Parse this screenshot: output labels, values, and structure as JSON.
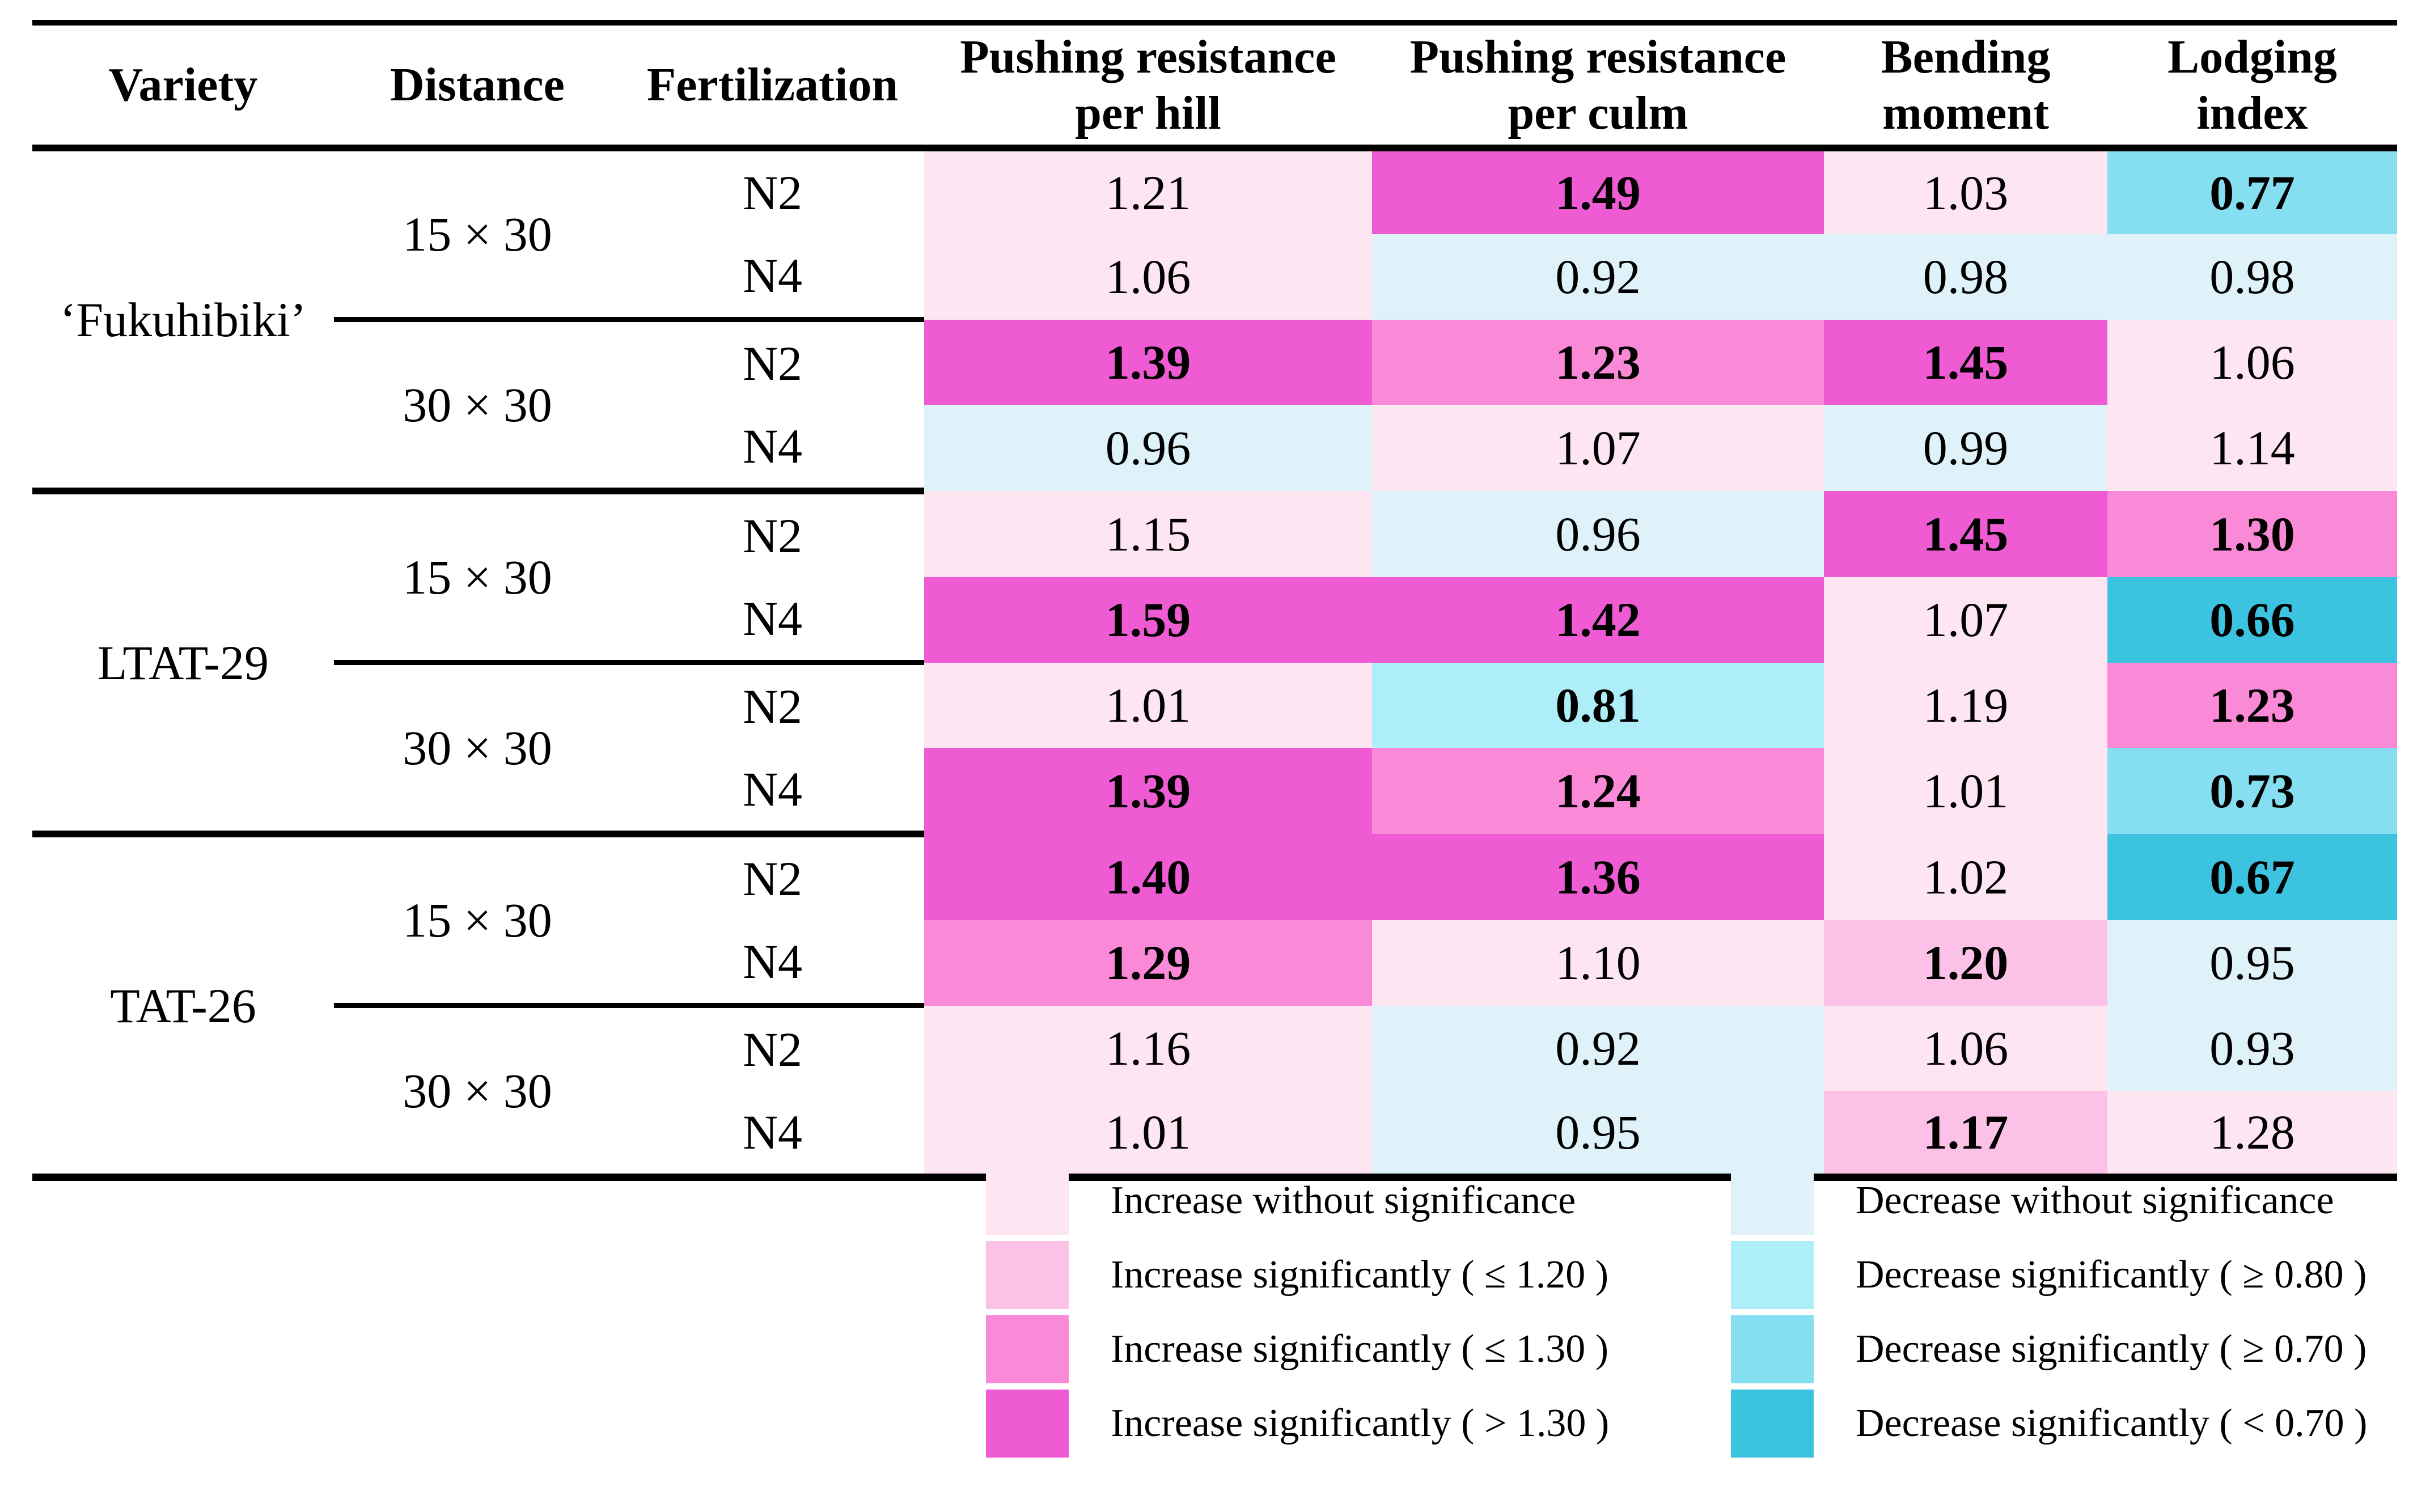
{
  "colors": {
    "inc0": "#fde6f2",
    "inc1": "#fcc1e6",
    "inc2": "#fa89d7",
    "inc3": "#ef5bd2",
    "dec0": "#dff2f9",
    "dec1": "#aeeef8",
    "dec2": "#85dff0",
    "dec3": "#3cc3e0"
  },
  "chart_data": {
    "type": "heatmap",
    "row_headers": [
      "Variety",
      "Distance",
      "Fertilization"
    ],
    "value_columns": [
      {
        "line1": "Pushing resistance",
        "line2": "per hill"
      },
      {
        "line1": "Pushing resistance",
        "line2": "per culm"
      },
      {
        "line1": "Bending",
        "line2": "moment"
      },
      {
        "line1": "Lodging",
        "line2": "index"
      }
    ],
    "rows": [
      {
        "variety": "‘Fukuhibiki’",
        "distance": "15 × 30",
        "fertilization": "N2",
        "values": [
          "1.21",
          "1.49",
          "1.03",
          "0.77"
        ],
        "cats": [
          "inc0",
          "inc3",
          "inc0",
          "dec2"
        ]
      },
      {
        "fertilization": "N4",
        "values": [
          "1.06",
          "0.92",
          "0.98",
          "0.98"
        ],
        "cats": [
          "inc0",
          "dec0",
          "dec0",
          "dec0"
        ]
      },
      {
        "distance": "30 × 30",
        "fertilization": "N2",
        "values": [
          "1.39",
          "1.23",
          "1.45",
          "1.06"
        ],
        "cats": [
          "inc3",
          "inc2",
          "inc3",
          "inc0"
        ]
      },
      {
        "fertilization": "N4",
        "values": [
          "0.96",
          "1.07",
          "0.99",
          "1.14"
        ],
        "cats": [
          "dec0",
          "inc0",
          "dec0",
          "inc0"
        ]
      },
      {
        "variety": "LTAT-29",
        "distance": "15 × 30",
        "fertilization": "N2",
        "values": [
          "1.15",
          "0.96",
          "1.45",
          "1.30"
        ],
        "cats": [
          "inc0",
          "dec0",
          "inc3",
          "inc2"
        ]
      },
      {
        "fertilization": "N4",
        "values": [
          "1.59",
          "1.42",
          "1.07",
          "0.66"
        ],
        "cats": [
          "inc3",
          "inc3",
          "inc0",
          "dec3"
        ]
      },
      {
        "distance": "30 × 30",
        "fertilization": "N2",
        "values": [
          "1.01",
          "0.81",
          "1.19",
          "1.23"
        ],
        "cats": [
          "inc0",
          "dec1",
          "inc0",
          "inc2"
        ]
      },
      {
        "fertilization": "N4",
        "values": [
          "1.39",
          "1.24",
          "1.01",
          "0.73"
        ],
        "cats": [
          "inc3",
          "inc2",
          "inc0",
          "dec2"
        ]
      },
      {
        "variety": "TAT-26",
        "distance": "15 × 30",
        "fertilization": "N2",
        "values": [
          "1.40",
          "1.36",
          "1.02",
          "0.67"
        ],
        "cats": [
          "inc3",
          "inc3",
          "inc0",
          "dec3"
        ]
      },
      {
        "fertilization": "N4",
        "values": [
          "1.29",
          "1.10",
          "1.20",
          "0.95"
        ],
        "cats": [
          "inc2",
          "inc0",
          "inc1",
          "dec0"
        ]
      },
      {
        "distance": "30 × 30",
        "fertilization": "N2",
        "values": [
          "1.16",
          "0.92",
          "1.06",
          "0.93"
        ],
        "cats": [
          "inc0",
          "dec0",
          "inc0",
          "dec0"
        ]
      },
      {
        "fertilization": "N4",
        "values": [
          "1.01",
          "0.95",
          "1.17",
          "1.28"
        ],
        "cats": [
          "inc0",
          "dec0",
          "inc1",
          "inc0"
        ]
      }
    ]
  },
  "legend": {
    "increase": [
      {
        "label": "Increase without significance",
        "cat": "inc0"
      },
      {
        "label": "Increase significantly ( ≤ 1.20 )",
        "cat": "inc1"
      },
      {
        "label": "Increase significantly ( ≤ 1.30 )",
        "cat": "inc2"
      },
      {
        "label": "Increase significantly ( > 1.30 )",
        "cat": "inc3"
      }
    ],
    "decrease": [
      {
        "label": "Decrease without significance",
        "cat": "dec0"
      },
      {
        "label": "Decrease significantly ( ≥ 0.80 )",
        "cat": "dec1"
      },
      {
        "label": "Decrease significantly ( ≥ 0.70 )",
        "cat": "dec2"
      },
      {
        "label": "Decrease significantly ( < 0.70 )",
        "cat": "dec3"
      }
    ]
  }
}
